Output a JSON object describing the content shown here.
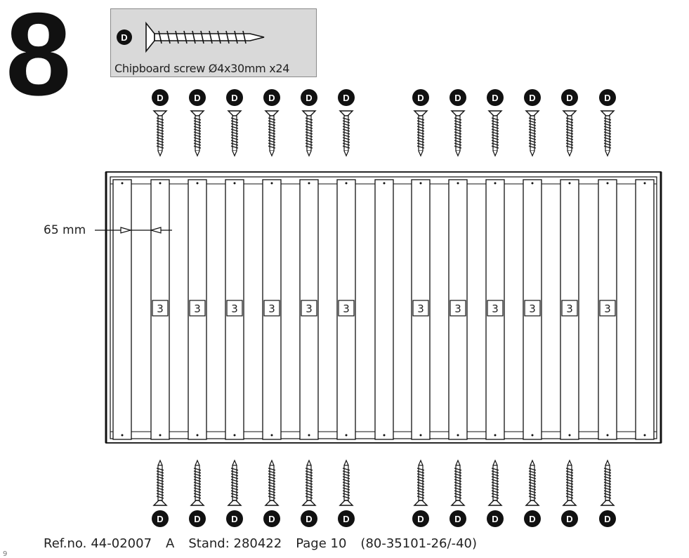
{
  "step": {
    "number": "8"
  },
  "parts": {
    "badge": "D",
    "caption": "Chipboard screw Ø4x30mm x24"
  },
  "drawing": {
    "screw_badge": "D",
    "slat_label": "3",
    "top_screw_count": 12,
    "bottom_screw_count": 12,
    "dimension": "65 mm"
  },
  "footer": {
    "ref_label": "Ref.no.",
    "ref_value": "44-02007",
    "revision": "A",
    "stand": "Stand: 280422",
    "page": "Page 10",
    "codes": "(80-35101-26/-40)"
  },
  "corner_page_number": "9"
}
